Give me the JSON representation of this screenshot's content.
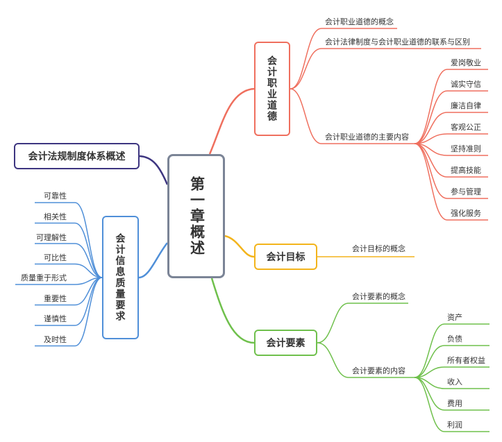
{
  "root": {
    "text": "第一章概述"
  },
  "branches": {
    "ethics": {
      "title": "会计职业道德",
      "color": "#ef6f5e",
      "items": [
        "会计职业道德的概念",
        "会计法律制度与会计职业道德的联系与区别",
        "会计职业道德的主要内容"
      ],
      "subitems": [
        "爱岗敬业",
        "诚实守信",
        "廉洁自律",
        "客观公正",
        "坚持准则",
        "提高技能",
        "参与管理",
        "强化服务"
      ]
    },
    "goal": {
      "title": "会计目标",
      "color": "#f3b41b",
      "items": [
        "会计目标的概念"
      ]
    },
    "elements": {
      "title": "会计要素",
      "color": "#6fc04c",
      "items": [
        "会计要素的概念",
        "会计要素的内容"
      ],
      "subitems": [
        "资产",
        "负债",
        "所有者权益",
        "收入",
        "费用",
        "利润"
      ]
    },
    "law": {
      "title": "会计法规制度体系概述",
      "color": "#3d3580"
    },
    "quality": {
      "title": "会计信息质量要求",
      "color": "#4f8fd8",
      "items": [
        "可靠性",
        "相关性",
        "可理解性",
        "可比性",
        "质量重于形式",
        "重要性",
        "谨慎性",
        "及时性"
      ]
    }
  }
}
